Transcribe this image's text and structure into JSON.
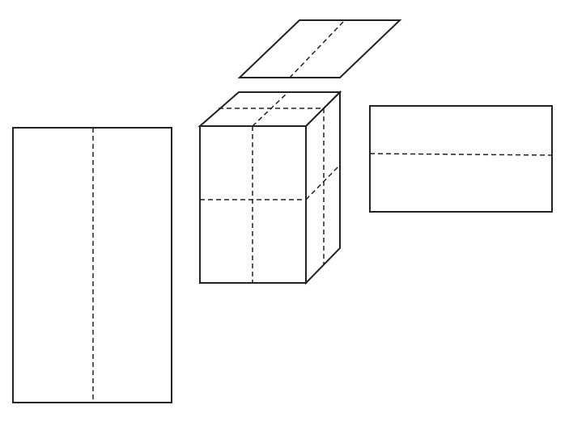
{
  "colors": {
    "stroke": "#222222",
    "background": "#ffffff"
  },
  "figure": {
    "shapes": [
      "top-parallelogram",
      "rectangular-prism",
      "left-rectangle",
      "right-rectangle"
    ],
    "line_styles": {
      "edges": "solid",
      "fold_lines": "dashed"
    }
  }
}
